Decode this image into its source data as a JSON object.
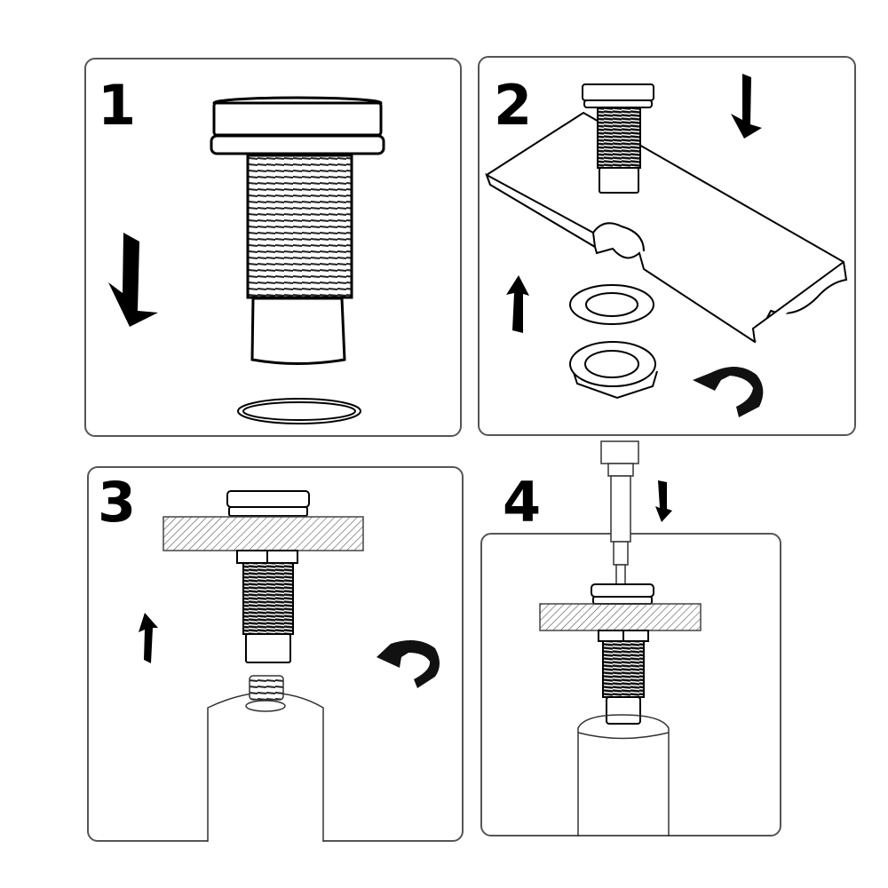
{
  "diagram": {
    "type": "installation-instructions",
    "colors": {
      "line": "#000000",
      "panel_border": "#555555",
      "background": "#ffffff"
    },
    "steps": [
      {
        "number": "1",
        "description_visual": "threaded pump body with flange, gasket ring below, down arrow"
      },
      {
        "number": "2",
        "description_visual": "pump body inserted through countertop hole, washer and hex nut below, up arrow, counter-clockwise rotate arrow"
      },
      {
        "number": "3",
        "description_visual": "section view of countertop with nut tightened, bottle below, up arrow, rotate arrow"
      },
      {
        "number": "4",
        "description_visual": "tube inserted from top through pump body into bottle, down arrow"
      }
    ]
  }
}
